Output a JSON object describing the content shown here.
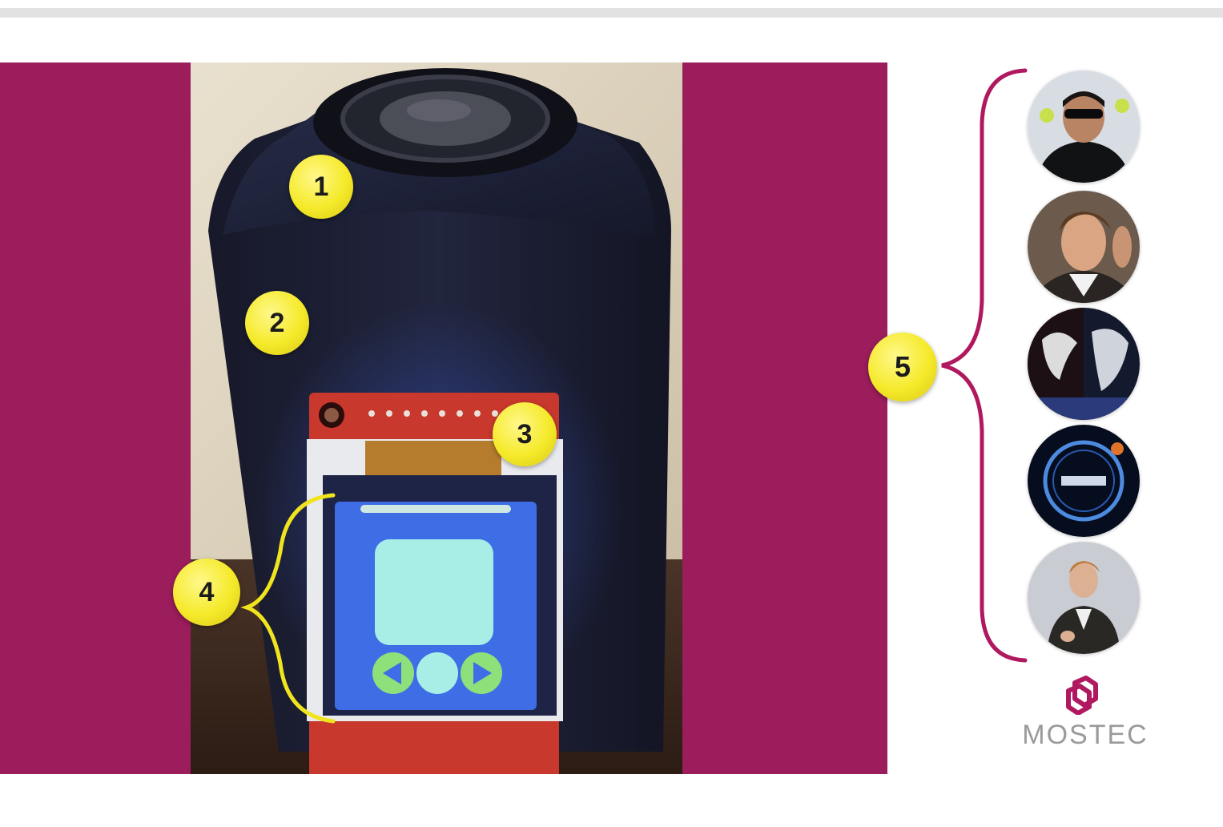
{
  "markers": {
    "m1": "1",
    "m2": "2",
    "m3": "3",
    "m4": "4",
    "m5": "5"
  },
  "brand": {
    "name": "MOSTEC"
  },
  "colors": {
    "panel": "#9b1d5c",
    "marker": "#f5ea2a",
    "bracket": "#b0185f",
    "screen_bg": "#3f6de6",
    "screen_button": "#8ee07a",
    "screen_tile": "#a8eee6"
  },
  "icons": [
    "speaker-icon",
    "previous-arrow-icon",
    "next-arrow-icon",
    "center-button-icon",
    "mostec-logo-icon"
  ]
}
